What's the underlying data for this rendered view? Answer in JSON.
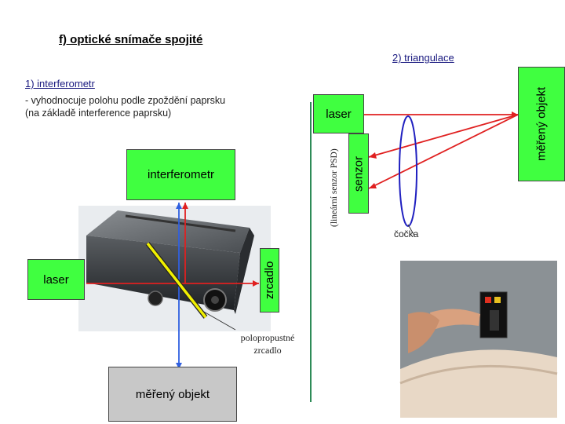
{
  "header": {
    "title": "f) optické snímače spojité"
  },
  "interferometry": {
    "heading": "1) interferometr",
    "description_line1": "- vyhodnocuje polohu podle zpoždění paprsku",
    "description_line2": "(na základě interference paprsku)",
    "box_interferometr": "interferometr",
    "box_laser": "laser",
    "box_mirror": "zrcadlo",
    "semi_mirror_line1": "polopropustné",
    "semi_mirror_line2": "zrcadlo",
    "box_object": "měřený objekt"
  },
  "triangulation": {
    "heading": "2) triangulace",
    "box_laser": "laser",
    "box_sensor": "senzor",
    "sensor_caption": "(lineární senzor PSD)",
    "lens_label": "čočka",
    "box_object": "měřený objekt"
  },
  "colors": {
    "green_box": "#40ff40",
    "grey_box": "#c8c8c8",
    "laser_beam": "#e02020",
    "reference_beam": "#3060e0",
    "divider": "#2e8b57",
    "lens": "#2020c0"
  }
}
